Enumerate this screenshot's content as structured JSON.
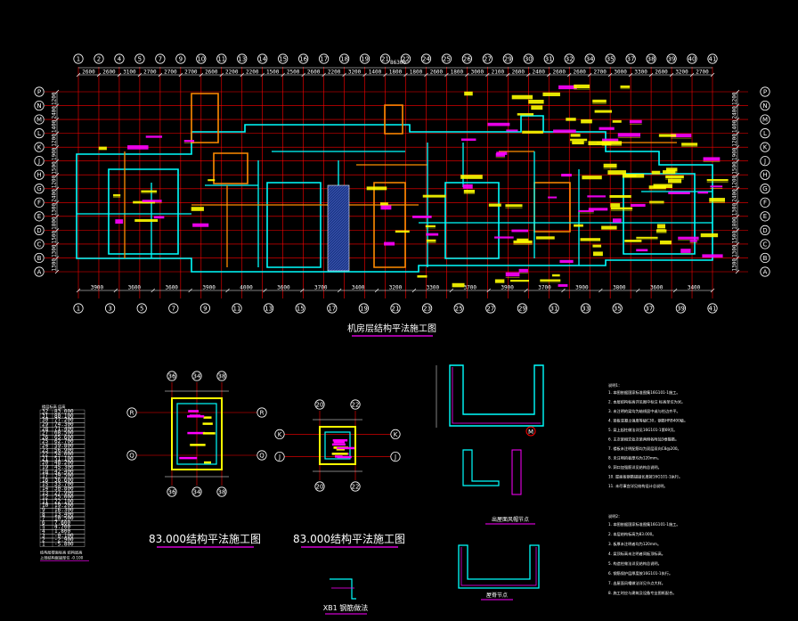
{
  "main_plan": {
    "title": "机房层结构平法施工图",
    "top_axes": [
      "1",
      "2",
      "4",
      "5",
      "7",
      "9",
      "10",
      "11",
      "13",
      "14",
      "15",
      "16",
      "17",
      "18",
      "19",
      "21",
      "22",
      "24",
      "25",
      "26",
      "27",
      "29",
      "30",
      "31",
      "32",
      "34",
      "35",
      "37",
      "38",
      "39",
      "40",
      "41"
    ],
    "bottom_axes": [
      "1",
      "3",
      "5",
      "7",
      "9",
      "11",
      "13",
      "15",
      "17",
      "19",
      "21",
      "23",
      "25",
      "27",
      "29",
      "31",
      "33",
      "35",
      "37",
      "39",
      "41"
    ],
    "left_axes": [
      "P",
      "N",
      "M",
      "L",
      "K",
      "J",
      "H",
      "G",
      "F",
      "E",
      "D",
      "C",
      "B",
      "A"
    ],
    "top_dim_total": "86300",
    "top_dims": [
      "2600",
      "2600",
      "3100",
      "2700",
      "2700",
      "2700",
      "2600",
      "2200",
      "2200",
      "1500",
      "2500",
      "2600",
      "2200",
      "3200",
      "1400",
      "1800",
      "1800",
      "2600",
      "1800",
      "3000",
      "2100",
      "2600",
      "2400",
      "2600",
      "2600",
      "2700",
      "3000",
      "3300",
      "2600",
      "3200",
      "2700"
    ],
    "bottom_dims": [
      "3900",
      "3600",
      "3600",
      "3900",
      "4000",
      "3600",
      "3700",
      "3400",
      "3200",
      "3300",
      "3700",
      "3900",
      "3700",
      "3900",
      "3800",
      "3600",
      "3400"
    ],
    "left_dims": [
      "1200",
      "2400",
      "1400",
      "1200",
      "1900",
      "1500",
      "1200",
      "2400",
      "1300",
      "1800",
      "1500",
      "1300",
      "1300"
    ]
  },
  "detail_plan_a": {
    "title": "83.000结构平法施工图",
    "top_axes": [
      "36",
      "34",
      "38"
    ],
    "bottom_axes": [
      "36",
      "34",
      "38"
    ],
    "side_axes": [
      "R",
      "Q",
      "R",
      "Q"
    ]
  },
  "detail_plan_b": {
    "title": "83.000结构平法施工图",
    "top_axes": [
      "20",
      "22"
    ],
    "bottom_axes": [
      "20",
      "22"
    ],
    "side_axes": [
      "K",
      "J",
      "K",
      "J"
    ]
  },
  "section_a": {
    "caption": "出屋面风帽节点",
    "marker": "M"
  },
  "section_b": {
    "caption": "屋脊节点"
  },
  "section_c": {
    "caption": "XB1 钢筋做法"
  },
  "schedule_table": {
    "header": "楼层标高 层高",
    "rows": [
      "83.000",
      "80.100",
      "77.200",
      "74.300",
      "71.400",
      "68.500",
      "65.600",
      "62.700",
      "59.800",
      "56.900",
      "54.000",
      "51.100",
      "48.200",
      "45.300",
      "42.400",
      "39.500",
      "36.600",
      "33.700",
      "30.800",
      "27.900",
      "25.000",
      "22.100",
      "19.200",
      "16.300",
      "13.400",
      "10.500",
      "7.600",
      "4.700",
      "1.800",
      "-0.100",
      "-2.900",
      "-5.800"
    ],
    "footer": "结构层楼面标高 结构层高",
    "footer2": "上部结构嵌固部位 -0.100"
  },
  "notes": {
    "heading_1": "说明1：",
    "lines_1": [
      "1. 本图依据国家标准图集16G101-1施工。",
      "2. 本层结构标高详见图中标注 标高单位为米。",
      "3. 未注明的梁均为轴线居中或与柱边齐平。",
      "4. 梁板混凝土强度等级C30，钢筋HRB400级。",
      "5. 梁上起柱做法详见16G101-1第69页。",
      "6. 主次梁相交处次梁两侧各附加3根箍筋。",
      "7. 楼板未注明配筋均为双层双向C8@200。",
      "8. 未注明的板厚均为120mm。",
      "9. 洞口加强筋详见结构总说明。",
      "10. 屋面板钢筋锚固长度按16G101-1执行。",
      "11. 未尽事宜详见结构设计总说明。"
    ],
    "heading_2": "说明2：",
    "lines_2": [
      "1. 本图依据国家标准图集16G101-1施工。",
      "2. 本层结构标高为83.000。",
      "3. 板厚未注明者均为120mm。",
      "4. 梁顶标高未注明者同板顶标高。",
      "5. 构造柱做法详见结构总说明。",
      "6. 钢筋保护层厚度按16G101-1执行。",
      "7. 出屋面风帽做法详见节点大样。",
      "8. 施工时应与建筑及设备专业图纸配合。"
    ]
  },
  "colors": {
    "grid": "#ff0000",
    "dims": "#ffffff",
    "wall": "#00ffff",
    "beam": "#ff8c00",
    "label": "#ffff00",
    "tag": "#ff00ff",
    "hatch": "#1e3a8a"
  }
}
